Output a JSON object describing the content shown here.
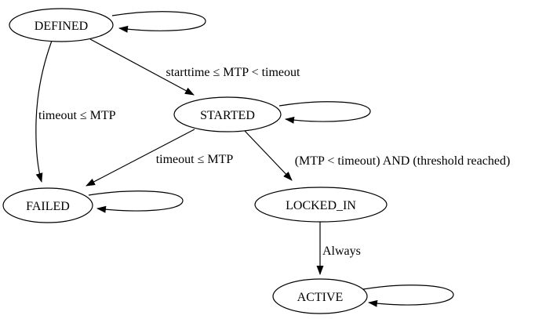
{
  "diagram": {
    "kind": "state-transition-diagram",
    "background_color": "#ffffff",
    "stroke_color": "#000000",
    "text_color": "#000000",
    "nodes": [
      {
        "id": "defined",
        "label": "DEFINED",
        "self_loop": true
      },
      {
        "id": "started",
        "label": "STARTED",
        "self_loop": true
      },
      {
        "id": "failed",
        "label": "FAILED",
        "self_loop": true
      },
      {
        "id": "locked_in",
        "label": "LOCKED_IN",
        "self_loop": false
      },
      {
        "id": "active",
        "label": "ACTIVE",
        "self_loop": true
      }
    ],
    "edges": [
      {
        "from": "DEFINED",
        "to": "STARTED",
        "label": "starttime ≤ MTP < timeout"
      },
      {
        "from": "DEFINED",
        "to": "FAILED",
        "label": "timeout ≤ MTP"
      },
      {
        "from": "STARTED",
        "to": "FAILED",
        "label": "timeout ≤ MTP"
      },
      {
        "from": "STARTED",
        "to": "LOCKED_IN",
        "label": "(MTP < timeout) AND (threshold reached)"
      },
      {
        "from": "LOCKED_IN",
        "to": "ACTIVE",
        "label": "Always"
      }
    ]
  }
}
